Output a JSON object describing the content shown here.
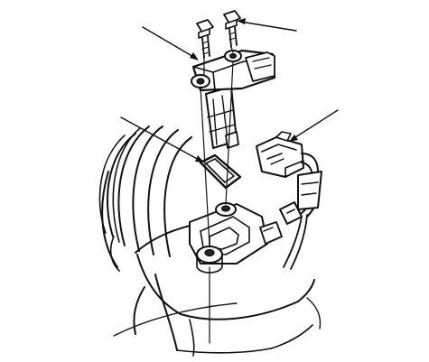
{
  "diagram": {
    "parts": [
      {
        "id": "bolt-left",
        "kind": "bolt"
      },
      {
        "id": "bolt-right",
        "kind": "bolt"
      },
      {
        "id": "maf-sensor",
        "kind": "sensor"
      },
      {
        "id": "gasket",
        "kind": "gasket"
      },
      {
        "id": "connector",
        "kind": "connector"
      },
      {
        "id": "intake-duct",
        "kind": "duct"
      }
    ],
    "callouts": [
      {
        "target": "bolt-left"
      },
      {
        "target": "bolt-right"
      },
      {
        "target": "gasket"
      },
      {
        "target": "connector"
      }
    ],
    "line_color": "#111111",
    "background_color": "#ffffff"
  }
}
